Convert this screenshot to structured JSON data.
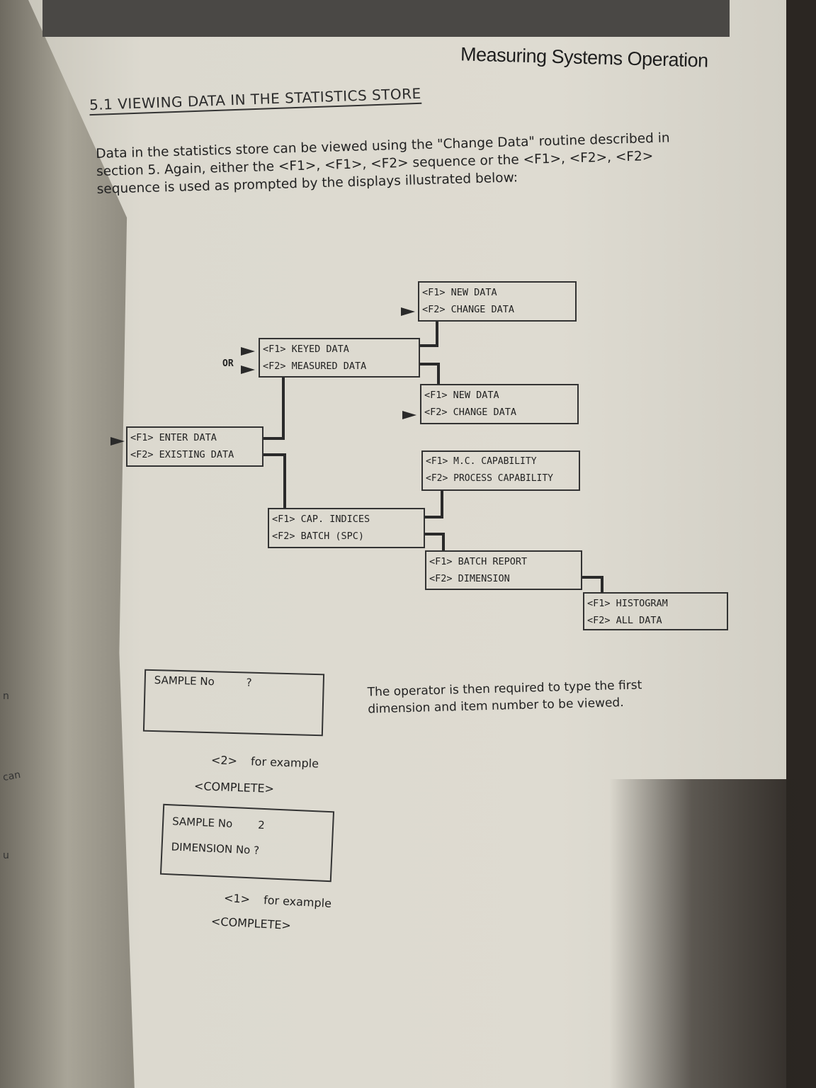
{
  "left_page_fragments": [
    "n",
    "can",
    "u"
  ],
  "header": {
    "title": "Measuring Systems Operation"
  },
  "section": {
    "heading": "5.1  VIEWING DATA IN THE STATISTICS STORE"
  },
  "intro": {
    "text": "Data in the statistics store can be viewed using the \"Change Data\" routine described in section 5.  Again, either the <F1>, <F1>, <F2> sequence or the <F1>, <F2>, <F2> sequence is used as prompted by the displays illustrated below:"
  },
  "diagram": {
    "or_label": "OR",
    "boxes": [
      {
        "f1": "<F1> NEW DATA",
        "f2": "<F2> CHANGE DATA"
      },
      {
        "f1": "<F1> KEYED DATA",
        "f2": "<F2> MEASURED DATA"
      },
      {
        "f1": "<F1> NEW DATA",
        "f2": "<F2> CHANGE DATA"
      },
      {
        "f1": "<F1> ENTER DATA",
        "f2": "<F2> EXISTING DATA"
      },
      {
        "f1": "<F1> M.C. CAPABILITY",
        "f2": "<F2> PROCESS CAPABILITY"
      },
      {
        "f1": "<F1> CAP. INDICES",
        "f2": "<F2> BATCH (SPC)"
      },
      {
        "f1": "<F1> BATCH REPORT",
        "f2": "<F2> DIMENSION"
      },
      {
        "f1": "<F1> HISTOGRAM",
        "f2": "<F2> ALL DATA"
      }
    ]
  },
  "display1": {
    "label": "SAMPLE No",
    "value": "?"
  },
  "operator_note": "The operator is then required to type the first dimension and item number to be viewed.",
  "step1": {
    "key": "<2>",
    "suffix": "for example",
    "complete": "<COMPLETE>"
  },
  "display2": {
    "line1_label": "SAMPLE No",
    "line1_value": "2",
    "line2": "DIMENSION No ?"
  },
  "step2": {
    "key": "<1>",
    "suffix": "for example",
    "complete": "<COMPLETE>"
  }
}
